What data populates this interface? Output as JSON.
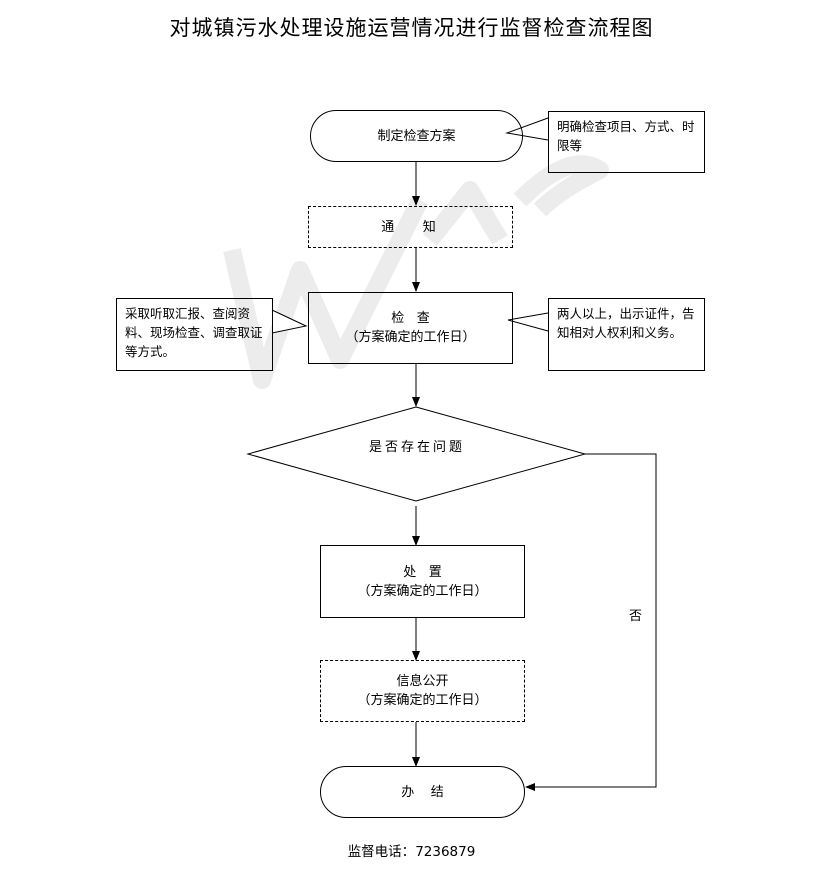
{
  "title": "对城镇污水处理设施运营情况进行监督检查流程图",
  "nodes": {
    "plan": "制定检查方案",
    "notify": "通   知",
    "inspect": {
      "title": "检   查",
      "sub": "（方案确定的工作日）"
    },
    "decision": "是否存在问题",
    "handle": {
      "title": "处   置",
      "sub": "（方案确定的工作日）"
    },
    "disclose": {
      "title": "信息公开",
      "sub": "（方案确定的工作日）"
    },
    "close": "办    结"
  },
  "notes": {
    "plan_note": "明确检查项目、方式、时限等",
    "method_note": "采取听取汇报、查阅资料、现场检查、调查取证等方式。",
    "people_note": "两人以上，出示证件，告知相对人权利和义务。"
  },
  "branch_no": "否",
  "phone": {
    "label": "监督电话：",
    "number": "7236879"
  },
  "colors": {
    "line": "#000000",
    "watermark": "#d9d9d9"
  }
}
